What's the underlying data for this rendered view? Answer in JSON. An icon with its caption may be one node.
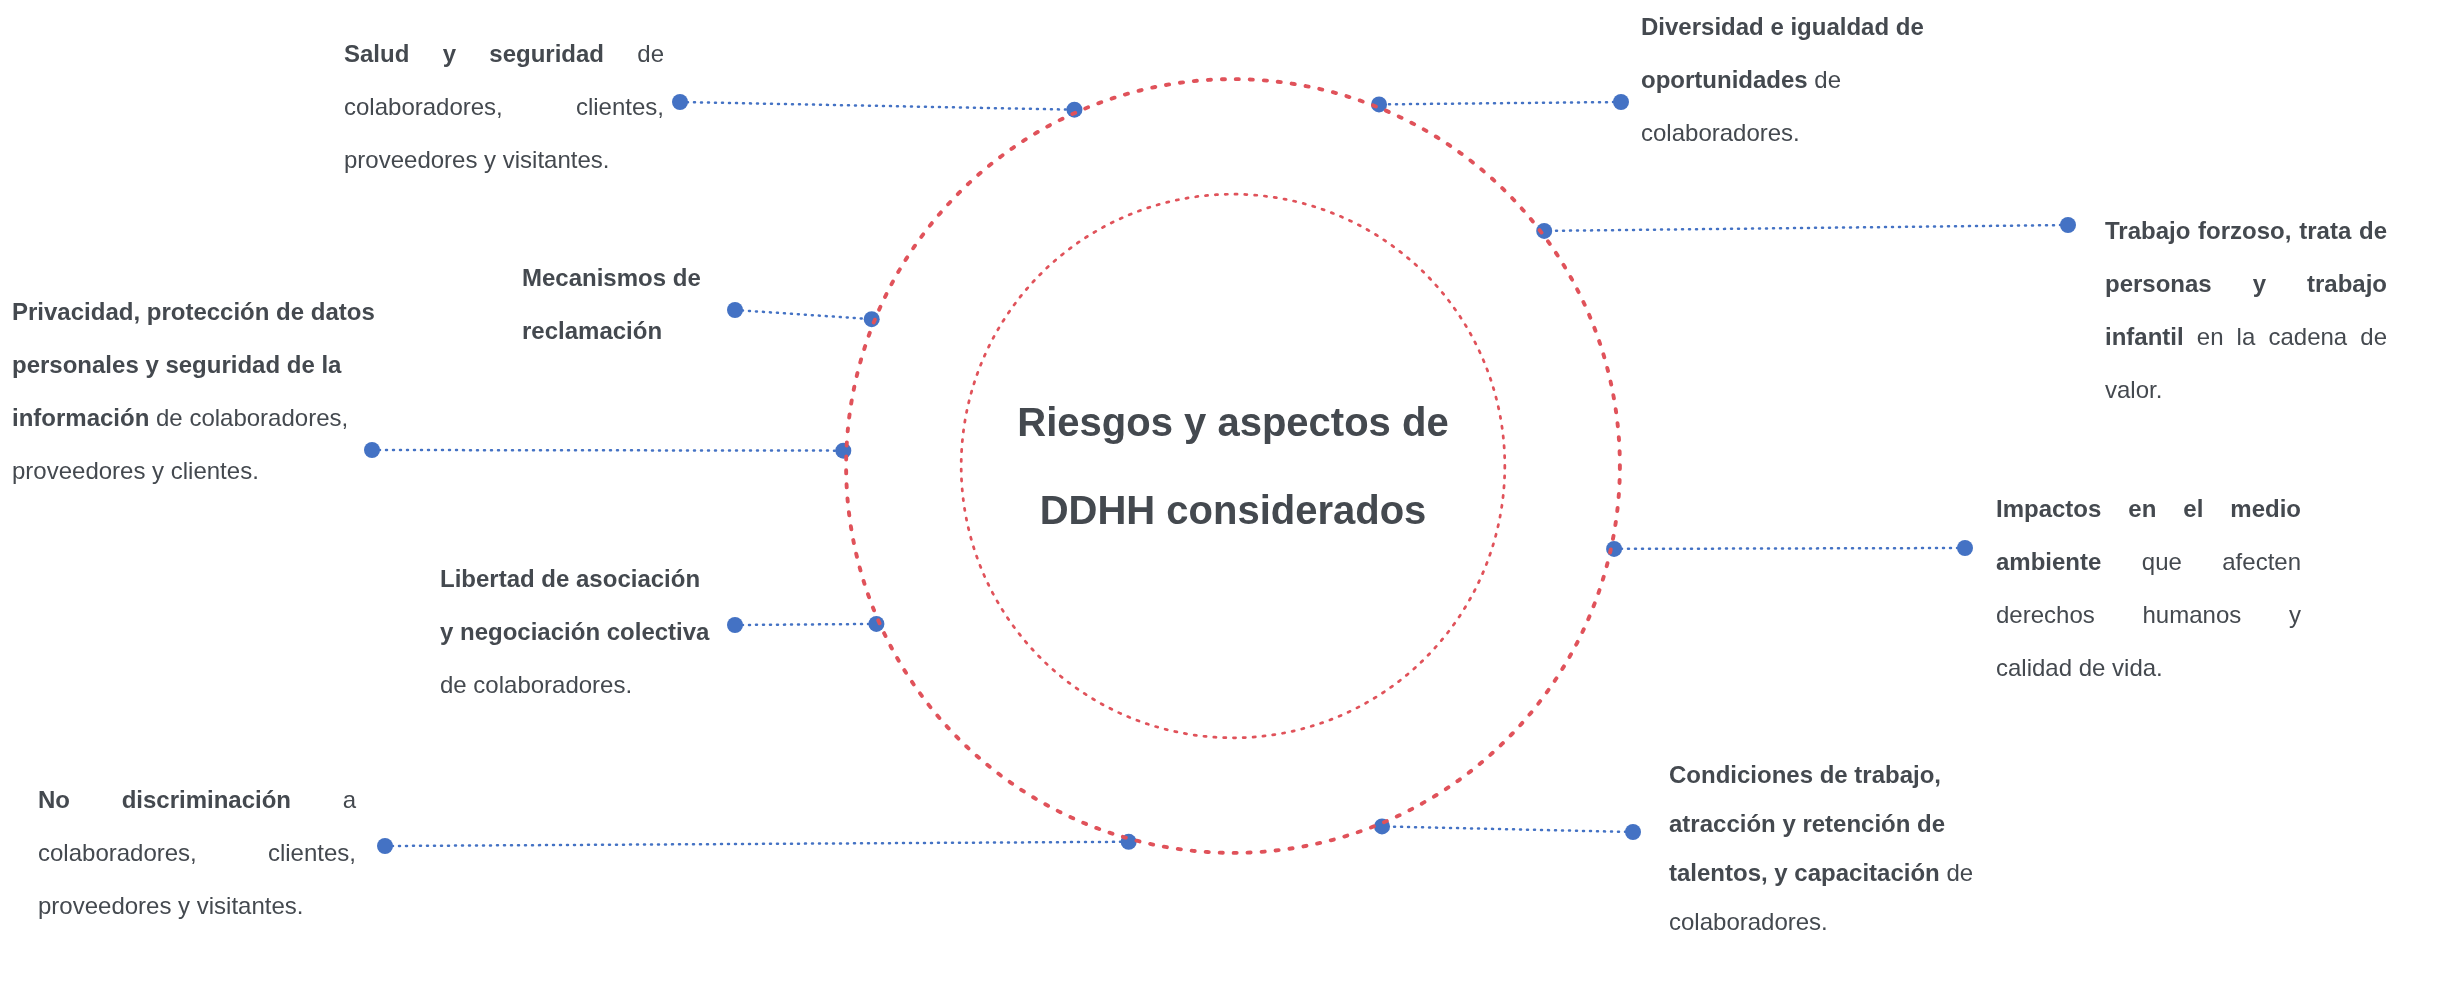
{
  "diagram": {
    "nodes": [
      {
        "text": [],
        "shape": "circle"
      },
      {
        "text": [
          "Riesgos y aspectos de DDHH considerados"
        ],
        "in": 0
      },
      {
        "text": [
          "**Salud y seguridad** de colaboradores, clientes, proveedores y visitantes."
        ]
      },
      {
        "text": [
          "**Diversidad e igualdad de oportunidades** de colaboradores."
        ]
      },
      {
        "text": [
          "**Trabajo forzoso, trata de personas y trabajo infantil** en la cadena de valor."
        ]
      },
      {
        "text": [
          "Mecanismos de reclamación"
        ]
      },
      {
        "text": [
          "**Privacidad, protección de datos personales y seguridad de la información** de colaboradores, proveedores y clientes."
        ]
      },
      {
        "text": [
          "**Impactos en el medio ambiente** que afecten derechos humanos y calidad de vida."
        ]
      },
      {
        "text": [
          "**Libertad de asociación y negociación colectiva** de colaboradores."
        ]
      },
      {
        "text": [
          "**No discriminación** a colaboradores, clientes, proveedores y visitantes."
        ]
      },
      {
        "text": [
          "**Condiciones de trabajo, atracción y retención de talentos, y capacitación** de colaboradores."
        ]
      }
    ],
    "edges": [
      {
        "from": 2,
        "to": 0,
        "arrow": "other"
      },
      {
        "from": 3,
        "to": 0,
        "arrow": "other"
      },
      {
        "from": 4,
        "to": 0,
        "arrow": "other"
      },
      {
        "from": 5,
        "to": 0,
        "arrow": "other"
      },
      {
        "from": 6,
        "to": 0,
        "arrow": "other"
      },
      {
        "from": 7,
        "to": 0,
        "arrow": "other"
      },
      {
        "from": 8,
        "to": 0,
        "arrow": "other"
      },
      {
        "from": 9,
        "to": 0,
        "arrow": "other"
      },
      {
        "from": 10,
        "to": 0,
        "arrow": "other"
      }
    ]
  }
}
